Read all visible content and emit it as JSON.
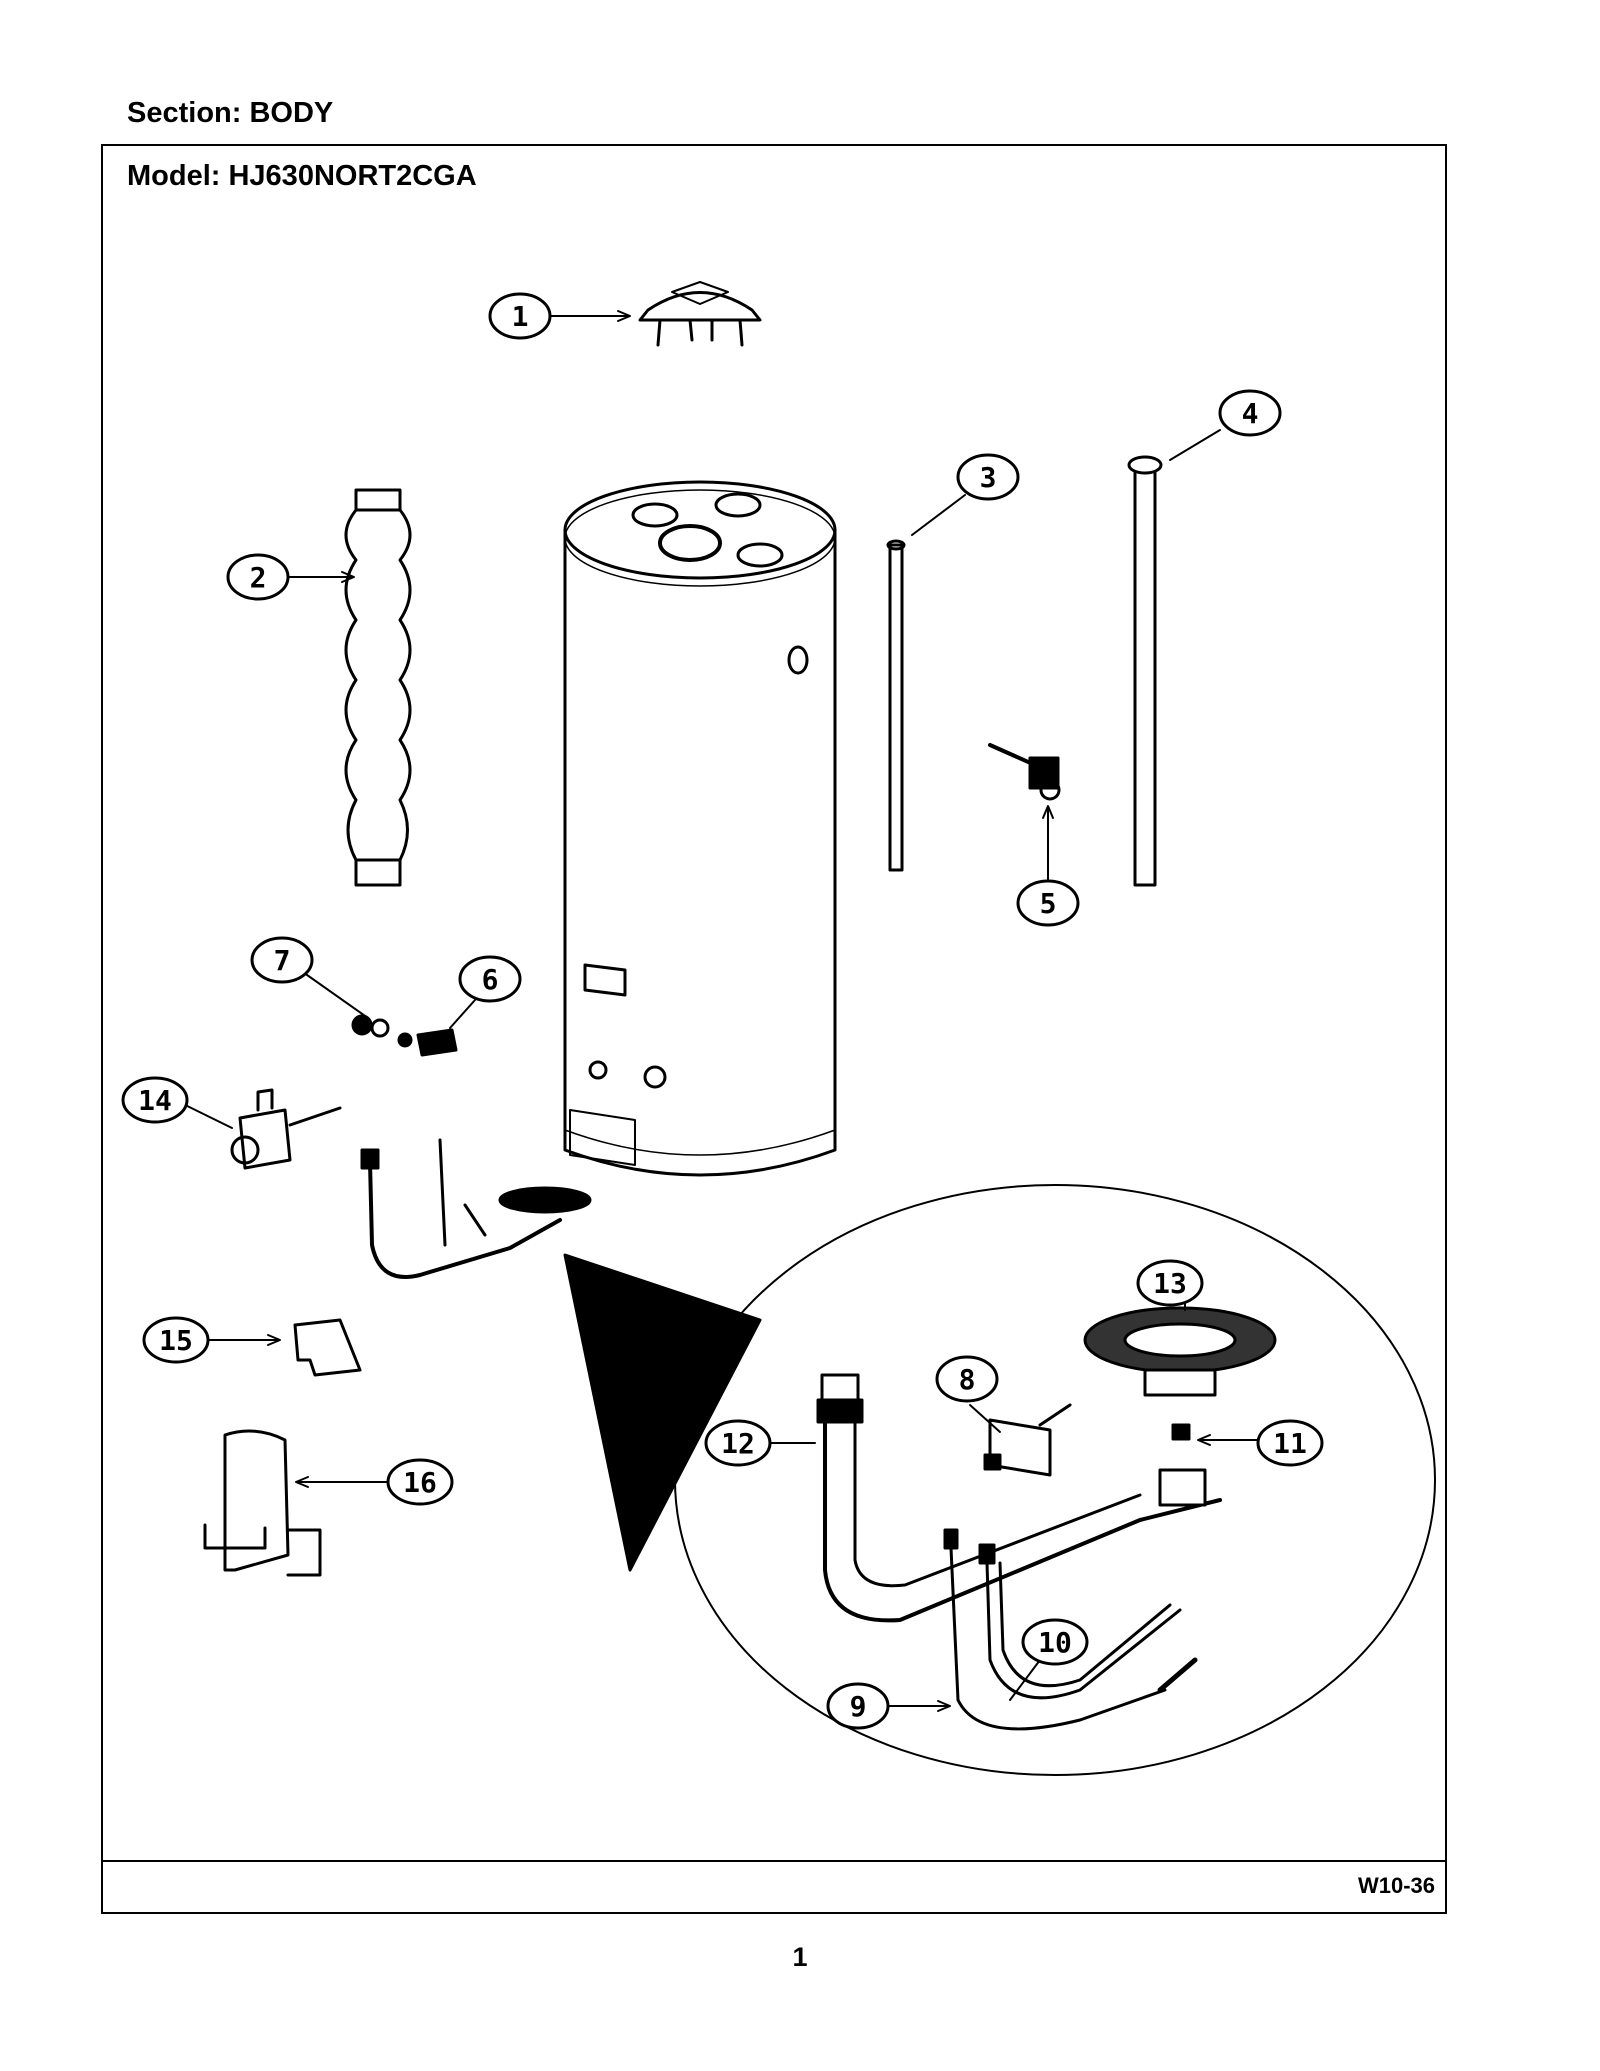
{
  "header": {
    "section_label": "Section:  BODY",
    "model_label": "Model:  HJ630NORT2CGA"
  },
  "footer": {
    "doc_code": "W10-36",
    "page_number": "1"
  },
  "callouts": [
    "1",
    "2",
    "3",
    "4",
    "5",
    "6",
    "7",
    "8",
    "9",
    "10",
    "11",
    "12",
    "13",
    "14",
    "15",
    "16"
  ]
}
